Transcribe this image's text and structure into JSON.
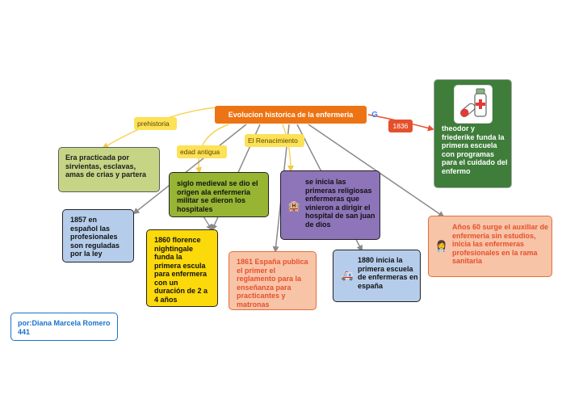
{
  "central": {
    "title": "Evolucion historica de la enfermeria"
  },
  "tags": {
    "prehistoria": "prehistoria",
    "edad_antigua": "edad antigua",
    "renacimiento": "El Renacimiento",
    "year_1836": "1836"
  },
  "nodes": {
    "prehistoria": "Era practicada por sirvientas, esclavas, amas de crias y partera",
    "n1857": "1857 en español las profesionales son reguladas por la ley",
    "medieval": "siglo medieval se dio el origen ala enfermeria militar se dieron los hospitales",
    "n1860": "1860 florence nightingale funda la primera escula para enfermera con un duración de 2 a 4 años",
    "n1861": "1861 España publica el primer el reglamento para la enseñanza para practicantes y matronas",
    "religiosas": "se inicia las primeras religiosas enfermeras que vinieron a dirigir el hospital de san juan de dios",
    "n1880": "1880 inicia la primera escuela de enfermeras en españa",
    "fliedner": "theodor y friederike funda la primera escuela con programas para el cuidado del enfermo",
    "n60": "Años 60 surge el auxiliar de enfermeria sin estudios, inicia las enfermeras profesionales en la rama sanitaria"
  },
  "author": "por:Diana Marcela Romero 441",
  "colors": {
    "central": "#ec7414",
    "prehistoria": "#c5d585",
    "n1857": "#b5cdeb",
    "medieval": "#97b532",
    "n1860": "#fbd90b",
    "n1861": "#f8c4a8",
    "religiosas": "#8e74b9",
    "n1880": "#b5cdeb",
    "fliedner": "#3e7d3a",
    "n60": "#f8c4a8",
    "author_text": "#1c73c9"
  },
  "icons": {
    "religiosas": "building-icon",
    "n1880": "ambulance-icon",
    "n60": "nurse-icon",
    "fliedner": "medicine-icon",
    "central": "google-g-icon"
  }
}
